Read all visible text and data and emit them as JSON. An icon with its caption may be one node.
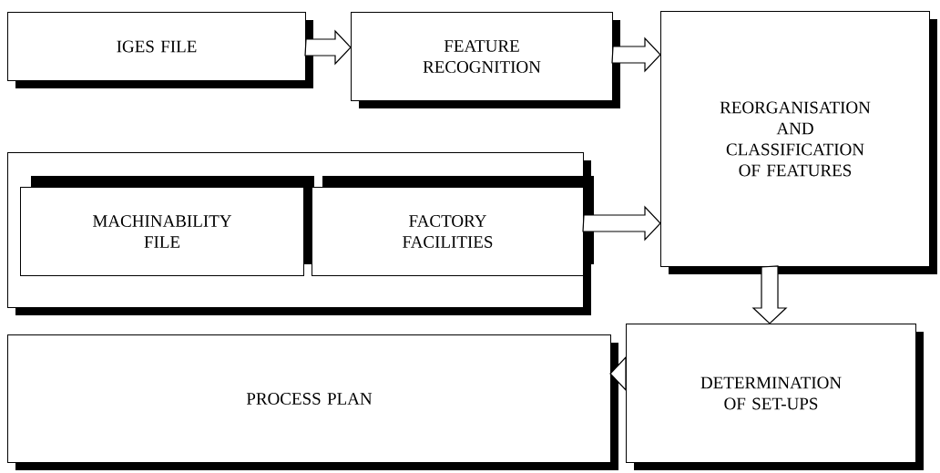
{
  "diagram": {
    "nodes": [
      {
        "text": [
          "IGES FILE"
        ]
      },
      {
        "text": [
          "FEATURE RECOGNITION"
        ]
      },
      {
        "text": [
          "REORGANISATION AND CLASSIFICATION OF FEATURES"
        ]
      },
      {
        "text": [],
        "shape": "box"
      },
      {
        "text": [
          "MACHINABILITY FILE"
        ],
        "in": 3
      },
      {
        "text": [
          "FACTORY FACILITIES"
        ],
        "in": 3
      },
      {
        "text": [
          "PROCESS PLAN"
        ]
      },
      {
        "text": [
          "DETERMINATION OF SET-UPS"
        ]
      }
    ],
    "edges": [
      {
        "from": 0,
        "to": 1,
        "arrow": "to"
      },
      {
        "from": 1,
        "to": 2,
        "arrow": "to"
      },
      {
        "from": 3,
        "to": 2,
        "arrow": "to"
      },
      {
        "from": 2,
        "to": 7,
        "arrow": "to"
      },
      {
        "from": 7,
        "to": 6,
        "arrow": "to"
      }
    ]
  }
}
